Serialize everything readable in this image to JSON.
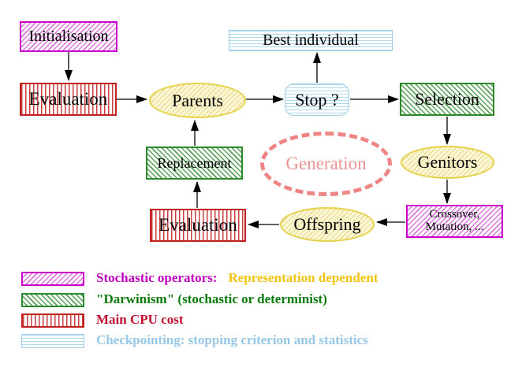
{
  "nodes": {
    "initialisation": "Initialisation",
    "evaluation_top": "Evaluation",
    "parents": "Parents",
    "best_individual": "Best individual",
    "stop": "Stop ?",
    "selection": "Selection",
    "replacement": "Replacement",
    "generation": "Generation",
    "genitors": "Genitors",
    "offspring": "Offspring",
    "evaluation_bottom": "Evaluation",
    "crossover_line1": "Crossover,",
    "crossover_line2": "Mutation, ..."
  },
  "legend": {
    "items": [
      {
        "swatch": "stochastic-operators",
        "label": "Stochastic operators:",
        "label_secondary": "Representation dependent"
      },
      {
        "swatch": "darwinism",
        "label": "\"Darwinism\" (stochastic or determinist)"
      },
      {
        "swatch": "main-cpu-cost",
        "label": "Main CPU cost"
      },
      {
        "swatch": "checkpointing",
        "label": "Checkpointing: stopping criterion and statistics"
      }
    ]
  },
  "colors": {
    "magenta": "#cc00cc",
    "magenta_hatch": "#dd77dd",
    "magenta_text": "#bf00bf",
    "green": "#2a8a2a",
    "green_hatch": "#55a055",
    "green_text": "#0a7a0a",
    "red": "#c22020",
    "red_hatch": "#c84040",
    "red_text": "#c01030",
    "blue": "#9fcfe4",
    "blue_hatch": "#aed9ea",
    "blue_text": "#96c8e8",
    "yellow_border": "#e6d24a",
    "yellow_fill": "#fdf8d8",
    "yellow_hatch": "#ecdf9c",
    "gold_text": "#f2c40f",
    "salmon": "#ee8484",
    "salmon_text": "#ec9494",
    "arrow": "#000000"
  }
}
